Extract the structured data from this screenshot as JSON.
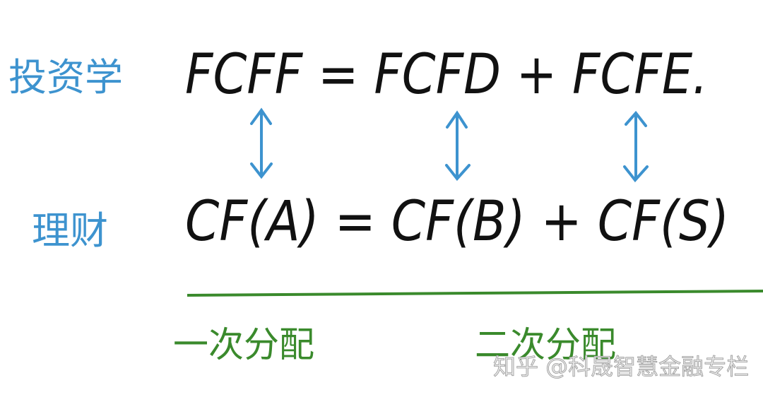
{
  "labels": {
    "top_row": "投资学",
    "bottom_row": "理财",
    "first_distribution": "一次分配",
    "second_distribution": "二次分配"
  },
  "equations": {
    "top": "FCFF = FCFD + FCFE.",
    "bottom": "CF(A) = CF(B) + CF(S)"
  },
  "watermark": "知乎 @科晟智慧金融专栏",
  "colors": {
    "ink": "#111111",
    "label_blue": "#3d93cf",
    "divider_green": "#3a8a2c"
  }
}
